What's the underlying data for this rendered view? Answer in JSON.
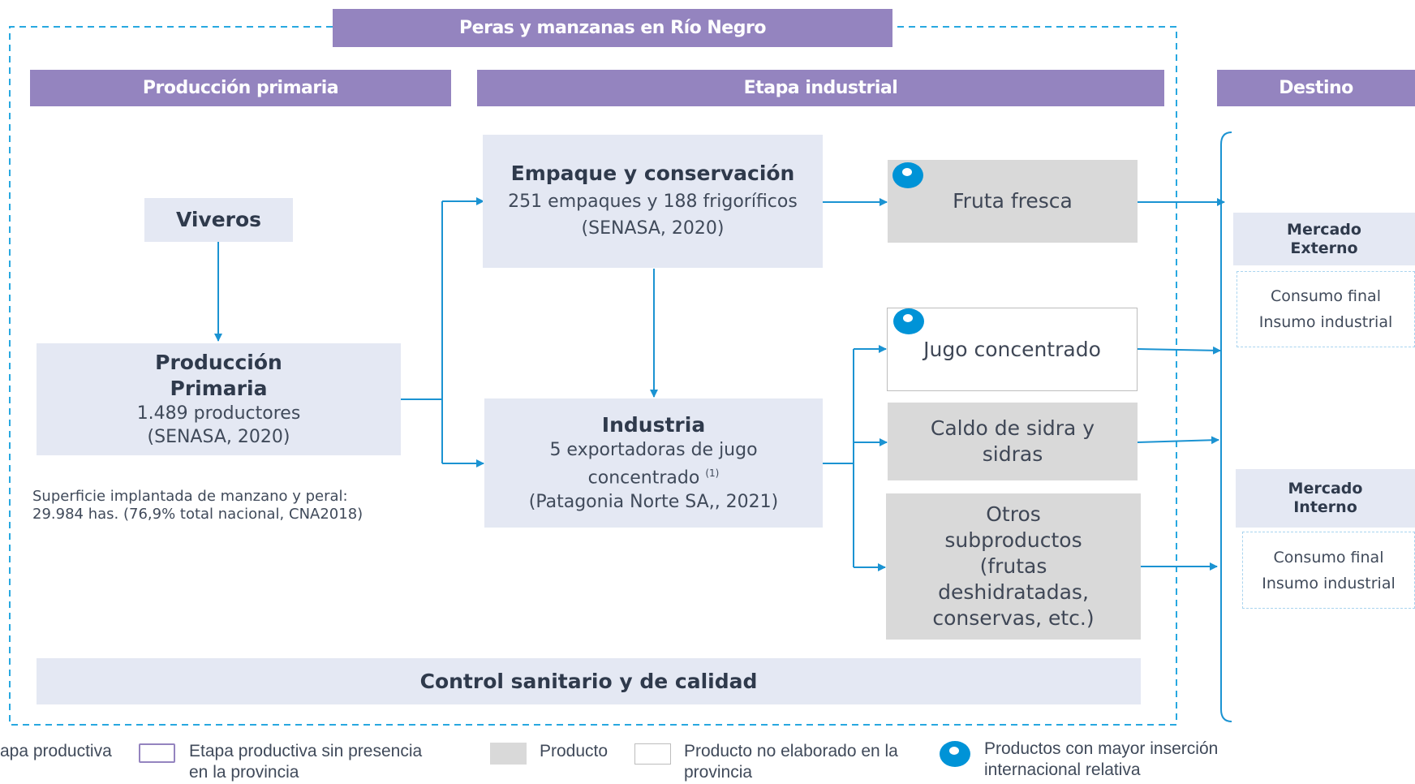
{
  "title": "Peras y manzanas en Río Negro",
  "stages": {
    "primary": "Producción primaria",
    "industrial": "Etapa industrial",
    "destination": "Destino"
  },
  "nodes": {
    "viveros": "Viveros",
    "produccion": {
      "title_line1": "Producción",
      "title_line2": "Primaria",
      "line1": "1.489 productores",
      "line2": "(SENASA, 2020)"
    },
    "superficie": {
      "line1": "Superficie implantada de manzano y peral:",
      "line2": "29.984 has. (76,9% total nacional, CNA2018)"
    },
    "empaque": {
      "title": "Empaque y conservación",
      "line1": "251  empaques y 188 frigoríficos",
      "line2": "(SENASA, 2020)"
    },
    "industria": {
      "title": "Industria",
      "line1": "5 exportadoras de jugo",
      "line2": "concentrado",
      "note": "(1)",
      "line3": "(Patagonia Norte SA,, 2021)"
    },
    "control": "Control sanitario y de calidad"
  },
  "products": {
    "fruta": "Fruta fresca",
    "jugo": "Jugo concentrado",
    "caldo_l1": "Caldo de sidra  y",
    "caldo_l2": "sidras",
    "otros_l1": "Otros",
    "otros_l2": "subproductos",
    "otros_l3": "(frutas",
    "otros_l4": "deshidratadas,",
    "otros_l5": "conservas, etc.)"
  },
  "destinations": {
    "externo": {
      "l1": "Mercado",
      "l2": "Externo",
      "item1": "Consumo final",
      "item2": "Insumo industrial"
    },
    "interno": {
      "l1": "Mercado",
      "l2": "Interno",
      "item1": "Consumo final",
      "item2": "Insumo industrial"
    }
  },
  "legend": {
    "etapa": "apa productiva",
    "sin_presencia_l1": "Etapa productiva sin presencia",
    "sin_presencia_l2": "en la provincia",
    "producto": "Producto",
    "no_elaborado_l1": "Producto no elaborado en la",
    "no_elaborado_l2": "provincia",
    "insercion_l1": "Productos con mayor inserción",
    "insercion_l2": "internacional relativa"
  },
  "colors": {
    "header": "#9484bf",
    "stage_box": "#e4e8f3",
    "product_box": "#d9d9d9",
    "arrow": "#1b93d2",
    "dashed_border": "#28a8e0",
    "dot": "#0093d7"
  }
}
